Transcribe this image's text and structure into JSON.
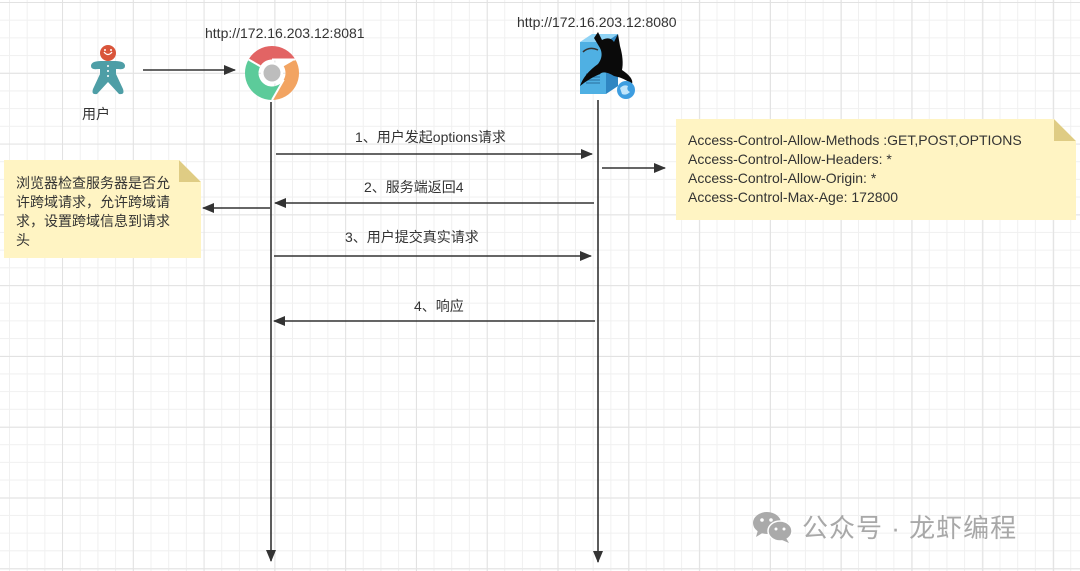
{
  "actors": {
    "user": {
      "label": "用户",
      "icon": "gingerbread-user-icon"
    },
    "browser": {
      "label": "http://172.16.203.12:8081",
      "icon": "chrome-icon"
    },
    "server": {
      "label": "http://172.16.203.12:8080",
      "icon": "tomcat-server-icon"
    }
  },
  "messages": [
    {
      "label": "1、用户发起options请求",
      "from": "browser",
      "to": "server"
    },
    {
      "label": "2、服务端返回4",
      "from": "server",
      "to": "browser"
    },
    {
      "label": "3、用户提交真实请求",
      "from": "browser",
      "to": "server"
    },
    {
      "label": "4、响应",
      "from": "server",
      "to": "browser"
    }
  ],
  "notes": {
    "browser_note": {
      "lines": [
        "浏览器检查服务器是否允",
        "许跨域请求，允许跨域请",
        "求，设置跨域信息到请求",
        "头"
      ]
    },
    "server_note": {
      "lines": [
        "Access-Control-Allow-Methods :GET,POST,OPTIONS",
        "Access-Control-Allow-Headers: *",
        "Access-Control-Allow-Origin: *",
        "Access-Control-Max-Age: 172800"
      ]
    }
  },
  "watermark": {
    "text": "公众号 · 龙虾编程",
    "icon": "wechat-icon"
  },
  "colors": {
    "note_fill": "#fff4c3",
    "note_fold": "#dfcc84",
    "line": "#333333",
    "user_head": "#d9553b",
    "user_body": "#4e9ea6",
    "chrome_red": "#e26464",
    "chrome_green": "#5ccb9a",
    "chrome_orange": "#f2a462",
    "chrome_center": "#bdbdbd",
    "server_blue": "#4fb0e3"
  }
}
